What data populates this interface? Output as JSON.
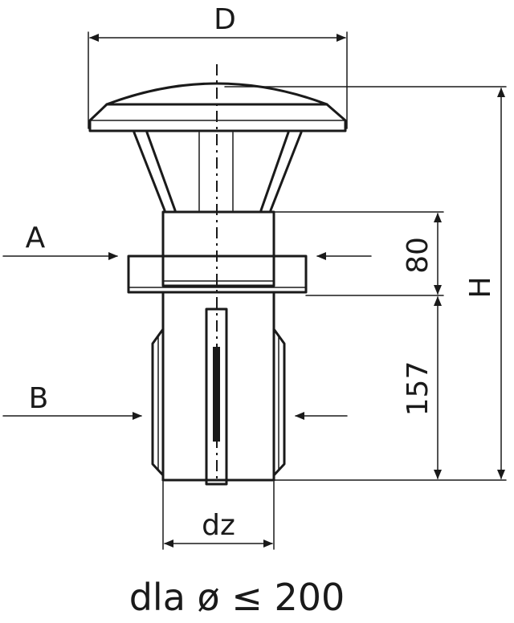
{
  "labels": {
    "diameter": "D",
    "height": "H",
    "section_a": "A",
    "section_b": "B",
    "dim_upper": "80",
    "dim_lower": "157",
    "pipe_diameter": "dz"
  },
  "caption": "dla ø ≤ 200"
}
